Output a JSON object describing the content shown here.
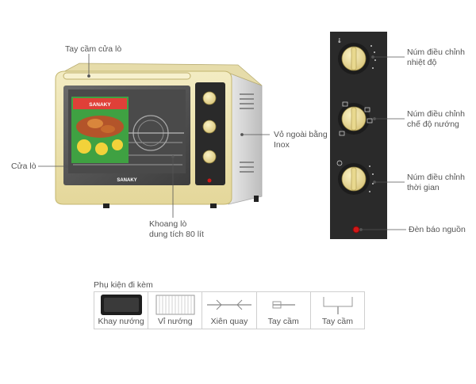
{
  "callouts": {
    "handle": "Tay cầm cửa lò",
    "door": "Cửa lò",
    "cavity_line1": "Khoang lò",
    "cavity_line2": "dung tích 80 lít",
    "outer_line1": "Vỏ ngoài bằng",
    "outer_line2": "Inox",
    "temp_line1": "Núm điều chỉnh",
    "temp_line2": "nhiệt độ",
    "mode_line1": "Núm điều chỉnh",
    "mode_line2": "chế độ nướng",
    "time_line1": "Núm điều chỉnh",
    "time_line2": "thời gian",
    "power_light": "Đèn báo nguồn"
  },
  "oven": {
    "brand": "SANAKY",
    "box_brand": "SANAKY"
  },
  "accessories": {
    "title": "Phụ kiện đi kèm",
    "items": [
      "Khay nướng",
      "Vỉ nướng",
      "Xiên quay",
      "Tay cầm",
      "Tay cầm"
    ]
  },
  "colors": {
    "body_cream": "#efe6b0",
    "panel_black": "#2a2a2a",
    "knob_cream": "#efe2a2",
    "indicator_red": "#d01818"
  }
}
